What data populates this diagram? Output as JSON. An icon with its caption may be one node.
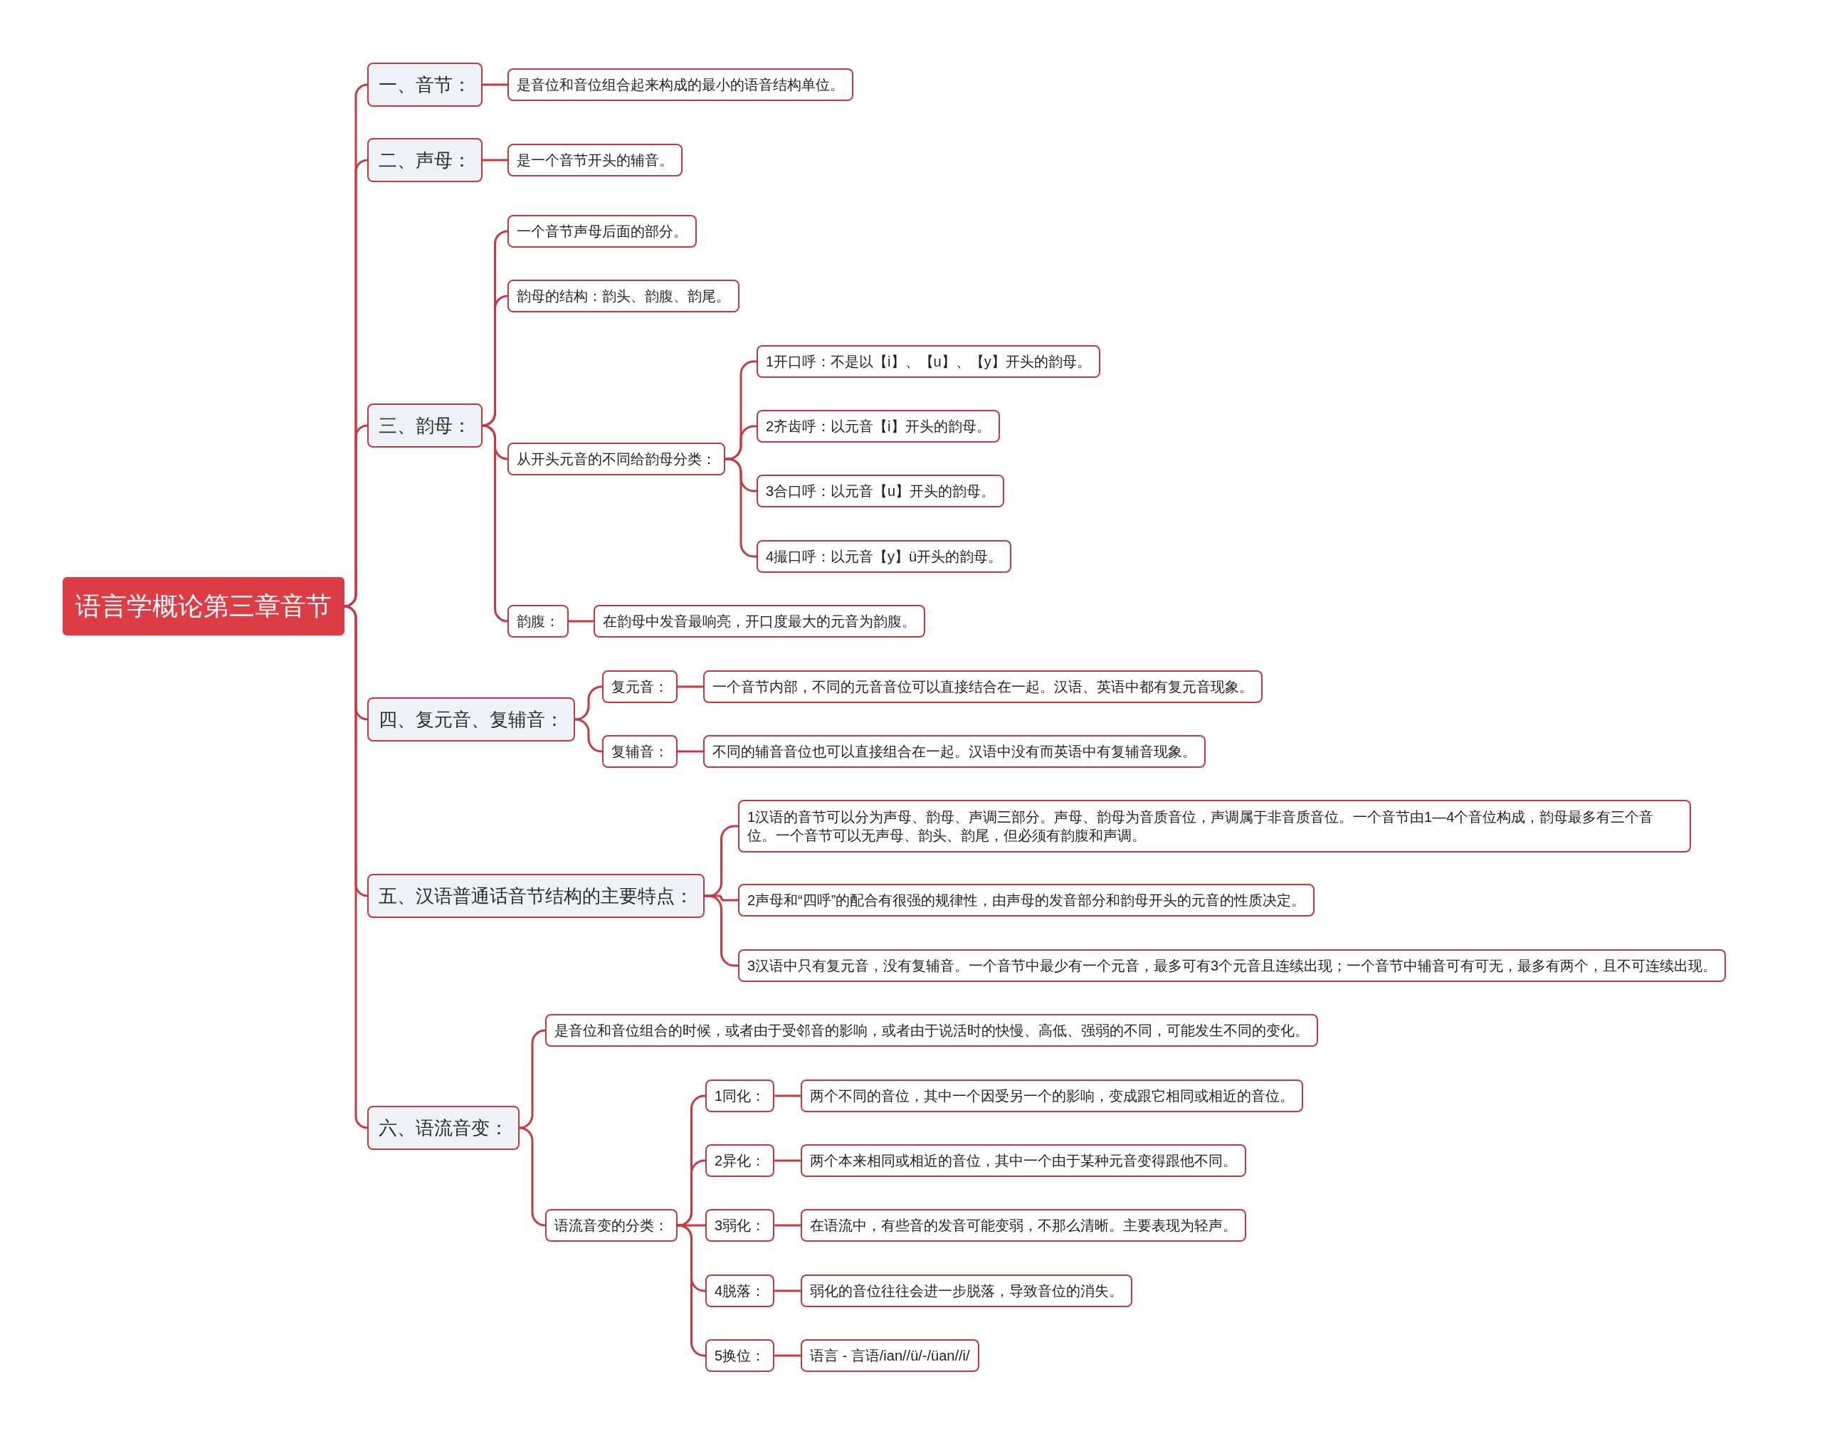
{
  "diagram": {
    "nodes": [
      {
        "text": [
          "语言学概论第三章音节"
        ]
      },
      {
        "text": [
          "一、音节："
        ]
      },
      {
        "text": [
          "是音位和音位组合起来构成的最小的语音结构单位。"
        ]
      },
      {
        "text": [
          "二、声母："
        ]
      },
      {
        "text": [
          "是一个音节开头的辅音。"
        ]
      },
      {
        "text": [
          "三、韵母："
        ]
      },
      {
        "text": [
          "一个音节声母后面的部分。"
        ]
      },
      {
        "text": [
          "韵母的结构：韵头、韵腹、韵尾。"
        ]
      },
      {
        "text": [
          "从开头元音的不同给韵母分类："
        ]
      },
      {
        "text": [
          "1开口呼：不是以【i】、【u】、【y】开头的韵母。"
        ]
      },
      {
        "text": [
          "2齐齿呼：以元音【i】开头的韵母。"
        ]
      },
      {
        "text": [
          "3合口呼：以元音【u】开头的韵母。"
        ]
      },
      {
        "text": [
          "4撮口呼：以元音【y】ü开头的韵母。"
        ]
      },
      {
        "text": [
          "韵腹："
        ]
      },
      {
        "text": [
          "在韵母中发音最响亮，开口度最大的元音为韵腹。"
        ]
      },
      {
        "text": [
          "四、复元音、复辅音："
        ]
      },
      {
        "text": [
          "复元音："
        ]
      },
      {
        "text": [
          "一个音节内部，不同的元音音位可以直接结合在一起。汉语、英语中都有复元音现象。"
        ]
      },
      {
        "text": [
          "复辅音："
        ]
      },
      {
        "text": [
          "不同的辅音音位也可以直接组合在一起。汉语中没有而英语中有复辅音现象。"
        ]
      },
      {
        "text": [
          "五、汉语普通话音节结构的主要特点："
        ]
      },
      {
        "text": [
          "1汉语的音节可以分为声母、韵母、声调三部分。声母、韵母为音质音位，声调属于非音质音位。一个音节由1—4个音位构成，韵母最多有三个音位。一个音节可以无声母、韵头、韵尾，但必须有韵腹和声调。"
        ]
      },
      {
        "text": [
          "2声母和“四呼”的配合有很强的规律性，由声母的发音部分和韵母开头的元音的性质决定。"
        ]
      },
      {
        "text": [
          "3汉语中只有复元音，没有复辅音。一个音节中最少有一个元音，最多可有3个元音且连续出现；一个音节中辅音可有可无，最多有两个，且不可连续出现。"
        ]
      },
      {
        "text": [
          "六、语流音变："
        ]
      },
      {
        "text": [
          "是音位和音位组合的时候，或者由于受邻音的影响，或者由于说活时的快慢、高低、强弱的不同，可能发生不同的变化。"
        ]
      },
      {
        "text": [
          "语流音变的分类："
        ]
      },
      {
        "text": [
          "1同化："
        ]
      },
      {
        "text": [
          "两个不同的音位，其中一个因受另一个的影响，变成跟它相同或相近的音位。"
        ]
      },
      {
        "text": [
          "2异化："
        ]
      },
      {
        "text": [
          "两个本来相同或相近的音位，其中一个由于某种元音变得跟他不同。"
        ]
      },
      {
        "text": [
          "3弱化："
        ]
      },
      {
        "text": [
          "在语流中，有些音的发音可能变弱，不那么清晰。主要表现为轻声。"
        ]
      },
      {
        "text": [
          "4脱落："
        ]
      },
      {
        "text": [
          "弱化的音位往往会进一步脱落，导致音位的消失。"
        ]
      },
      {
        "text": [
          "5换位："
        ]
      },
      {
        "text": [
          "语言 - 言语/ian//ü/-/üan//i/"
        ]
      }
    ],
    "edges": [
      {
        "from": 0,
        "to": 1,
        "arrow": "none"
      },
      {
        "from": 0,
        "to": 3,
        "arrow": "none"
      },
      {
        "from": 0,
        "to": 5,
        "arrow": "none"
      },
      {
        "from": 0,
        "to": 15,
        "arrow": "none"
      },
      {
        "from": 0,
        "to": 20,
        "arrow": "none"
      },
      {
        "from": 0,
        "to": 24,
        "arrow": "none"
      },
      {
        "from": 1,
        "to": 2,
        "arrow": "none"
      },
      {
        "from": 3,
        "to": 4,
        "arrow": "none"
      },
      {
        "from": 5,
        "to": 6,
        "arrow": "none"
      },
      {
        "from": 5,
        "to": 7,
        "arrow": "none"
      },
      {
        "from": 5,
        "to": 8,
        "arrow": "none"
      },
      {
        "from": 5,
        "to": 13,
        "arrow": "none"
      },
      {
        "from": 8,
        "to": 9,
        "arrow": "none"
      },
      {
        "from": 8,
        "to": 10,
        "arrow": "none"
      },
      {
        "from": 8,
        "to": 11,
        "arrow": "none"
      },
      {
        "from": 8,
        "to": 12,
        "arrow": "none"
      },
      {
        "from": 13,
        "to": 14,
        "arrow": "none"
      },
      {
        "from": 15,
        "to": 16,
        "arrow": "none"
      },
      {
        "from": 15,
        "to": 18,
        "arrow": "none"
      },
      {
        "from": 16,
        "to": 17,
        "arrow": "none"
      },
      {
        "from": 18,
        "to": 19,
        "arrow": "none"
      },
      {
        "from": 20,
        "to": 21,
        "arrow": "none"
      },
      {
        "from": 20,
        "to": 22,
        "arrow": "none"
      },
      {
        "from": 20,
        "to": 23,
        "arrow": "none"
      },
      {
        "from": 24,
        "to": 25,
        "arrow": "none"
      },
      {
        "from": 24,
        "to": 26,
        "arrow": "none"
      },
      {
        "from": 26,
        "to": 27,
        "arrow": "none"
      },
      {
        "from": 26,
        "to": 29,
        "arrow": "none"
      },
      {
        "from": 26,
        "to": 31,
        "arrow": "none"
      },
      {
        "from": 26,
        "to": 33,
        "arrow": "none"
      },
      {
        "from": 26,
        "to": 35,
        "arrow": "none"
      },
      {
        "from": 27,
        "to": 28,
        "arrow": "none"
      },
      {
        "from": 29,
        "to": 30,
        "arrow": "none"
      },
      {
        "from": 31,
        "to": 32,
        "arrow": "none"
      },
      {
        "from": 33,
        "to": 34,
        "arrow": "none"
      },
      {
        "from": 35,
        "to": 36,
        "arrow": "none"
      }
    ]
  }
}
